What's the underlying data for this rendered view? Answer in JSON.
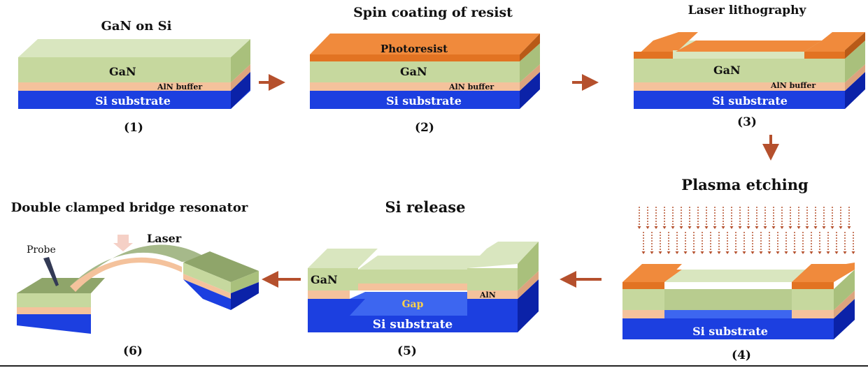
{
  "steps": [
    {
      "number": "(1)",
      "title": "GaN on Si",
      "layers": {
        "gan": "GaN",
        "buffer": "AlN buffer",
        "substrate": "Si substrate"
      }
    },
    {
      "number": "(2)",
      "title": "Spin coating of resist",
      "layers": {
        "resist": "Photoresist",
        "gan": "GaN",
        "buffer": "AlN buffer",
        "substrate": "Si substrate"
      }
    },
    {
      "number": "(3)",
      "title": "Laser lithography",
      "layers": {
        "gan": "GaN",
        "buffer": "AlN buffer",
        "substrate": "Si substrate"
      }
    },
    {
      "number": "(4)",
      "title": "Plasma etching",
      "layers": {
        "substrate": "Si substrate"
      }
    },
    {
      "number": "(5)",
      "title": "Si release",
      "layers": {
        "gan": "GaN",
        "buffer": "AlN",
        "gap": "Gap",
        "substrate": "Si substrate"
      }
    },
    {
      "number": "(6)",
      "title": "Double clamped bridge resonator",
      "labels": {
        "probe": "Probe",
        "laser": "Laser"
      }
    }
  ],
  "colors": {
    "gan_top": "#d9e6bf",
    "gan_front": "#c6d89e",
    "gan_side": "#a9c07c",
    "buffer": "#f4c29c",
    "buffer_side": "#dca47e",
    "si_top": "#3d66f0",
    "si_front": "#1c3fe0",
    "si_side": "#0b22a8",
    "resist_top": "#f08a3c",
    "resist_front": "#e27322",
    "resist_side": "#b85a17",
    "arrow": "#b5502d",
    "gap_text": "#ffd24a"
  },
  "icons": [
    "right-arrow-icon",
    "down-arrow-icon",
    "left-arrow-icon",
    "plasma-arrows-icon",
    "probe-icon",
    "laser-arrow-icon"
  ]
}
